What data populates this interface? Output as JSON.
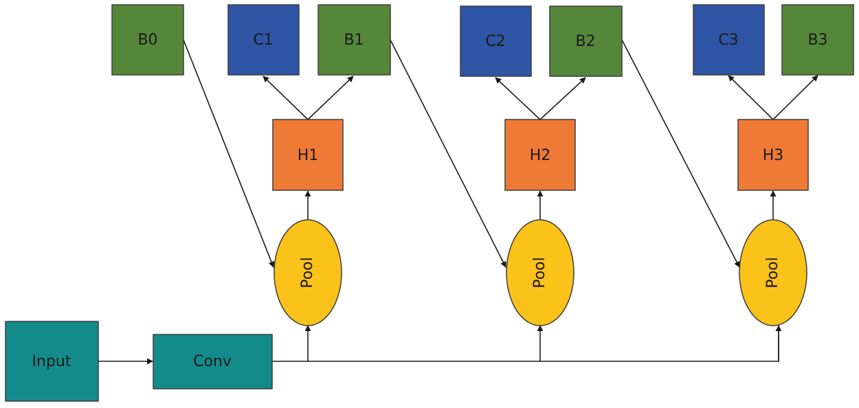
{
  "colors": {
    "input": "#138b8a",
    "conv": "#138b8a",
    "class": "#2e55a4",
    "box": "#55873a",
    "head": "#ef7a36",
    "pool": "#fbc21a",
    "edge": "#1a1a1a"
  },
  "nodes": {
    "input": "Input",
    "conv": "Conv",
    "b0": "B0",
    "stages": [
      {
        "pool": "Pool",
        "head": "H1",
        "cls": "C1",
        "box": "B1"
      },
      {
        "pool": "Pool",
        "head": "H2",
        "cls": "C2",
        "box": "B2"
      },
      {
        "pool": "Pool",
        "head": "H3",
        "cls": "C3",
        "box": "B3"
      }
    ]
  }
}
